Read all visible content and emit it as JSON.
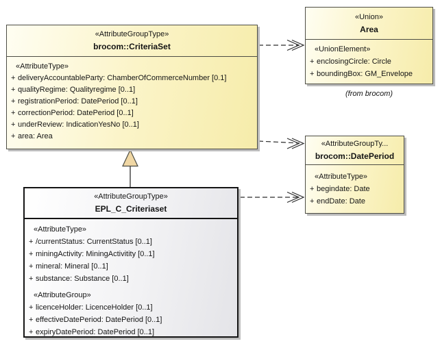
{
  "classes": {
    "criteria_set": {
      "stereotype": "«AttributeGroupType»",
      "name": "brocom::CriteriaSet",
      "rows": [
        {
          "vis": "",
          "text": "«AttributeType»"
        },
        {
          "vis": "+",
          "text": "deliveryAccountableParty: ChamberOfCommerceNumber [0.1]"
        },
        {
          "vis": "+",
          "text": "qualityRegime: Qualityregime [0..1]"
        },
        {
          "vis": "+",
          "text": "registrationPeriod: DatePeriod [0..1]"
        },
        {
          "vis": "+",
          "text": "correctionPeriod: DatePeriod [0..1]"
        },
        {
          "vis": "+",
          "text": "underReview: IndicationYesNo [0..1]"
        },
        {
          "vis": "+",
          "text": "area: Area"
        }
      ]
    },
    "area": {
      "stereotype": "«Union»",
      "name": "Area",
      "rows": [
        {
          "vis": "",
          "text": "«UnionElement»"
        },
        {
          "vis": "+",
          "text": "enclosingCircle: Circle"
        },
        {
          "vis": "+",
          "text": "boundingBox: GM_Envelope"
        }
      ],
      "caption": "(from brocom)"
    },
    "date_period": {
      "stereotype": "«AttributeGroupTy...",
      "name": "brocom::DatePeriod",
      "rows": [
        {
          "vis": "",
          "text": "«AttributeType»"
        },
        {
          "vis": "+",
          "text": "begindate: Date"
        },
        {
          "vis": "+",
          "text": "endDate: Date"
        }
      ]
    },
    "epl_c_criteriaset": {
      "stereotype": "«AttributeGroupType»",
      "name": "EPL_C_Criteriaset",
      "rows": [
        {
          "vis": "",
          "text": "«AttributeType»"
        },
        {
          "vis": "+",
          "text": "/currentStatus: CurrentStatus [0..1]"
        },
        {
          "vis": "+",
          "text": "miningActivity: MiningActivitity [0..1]"
        },
        {
          "vis": "+",
          "text": "mineral: Mineral [0..1]"
        },
        {
          "vis": "+",
          "text": "substance: Substance [0..1]"
        },
        {
          "vis": "",
          "text": "«AttributeGroup»"
        },
        {
          "vis": "+",
          "text": "licenceHolder: LicenceHolder [0..1]"
        },
        {
          "vis": "+",
          "text": "effectiveDatePeriod: DatePeriod [0..1]"
        },
        {
          "vis": "+",
          "text": "expiryDatePeriod: DatePeriod [0..1]"
        }
      ]
    }
  },
  "colors": {
    "class_fill": "#fbf4c8",
    "class_fill_edge": "#f6ecaa",
    "epl_fill": "#e4e4e8",
    "shadow": "#bcbcbc",
    "triangle_fill": "#f0d7a4",
    "line": "#2b2b2b"
  }
}
